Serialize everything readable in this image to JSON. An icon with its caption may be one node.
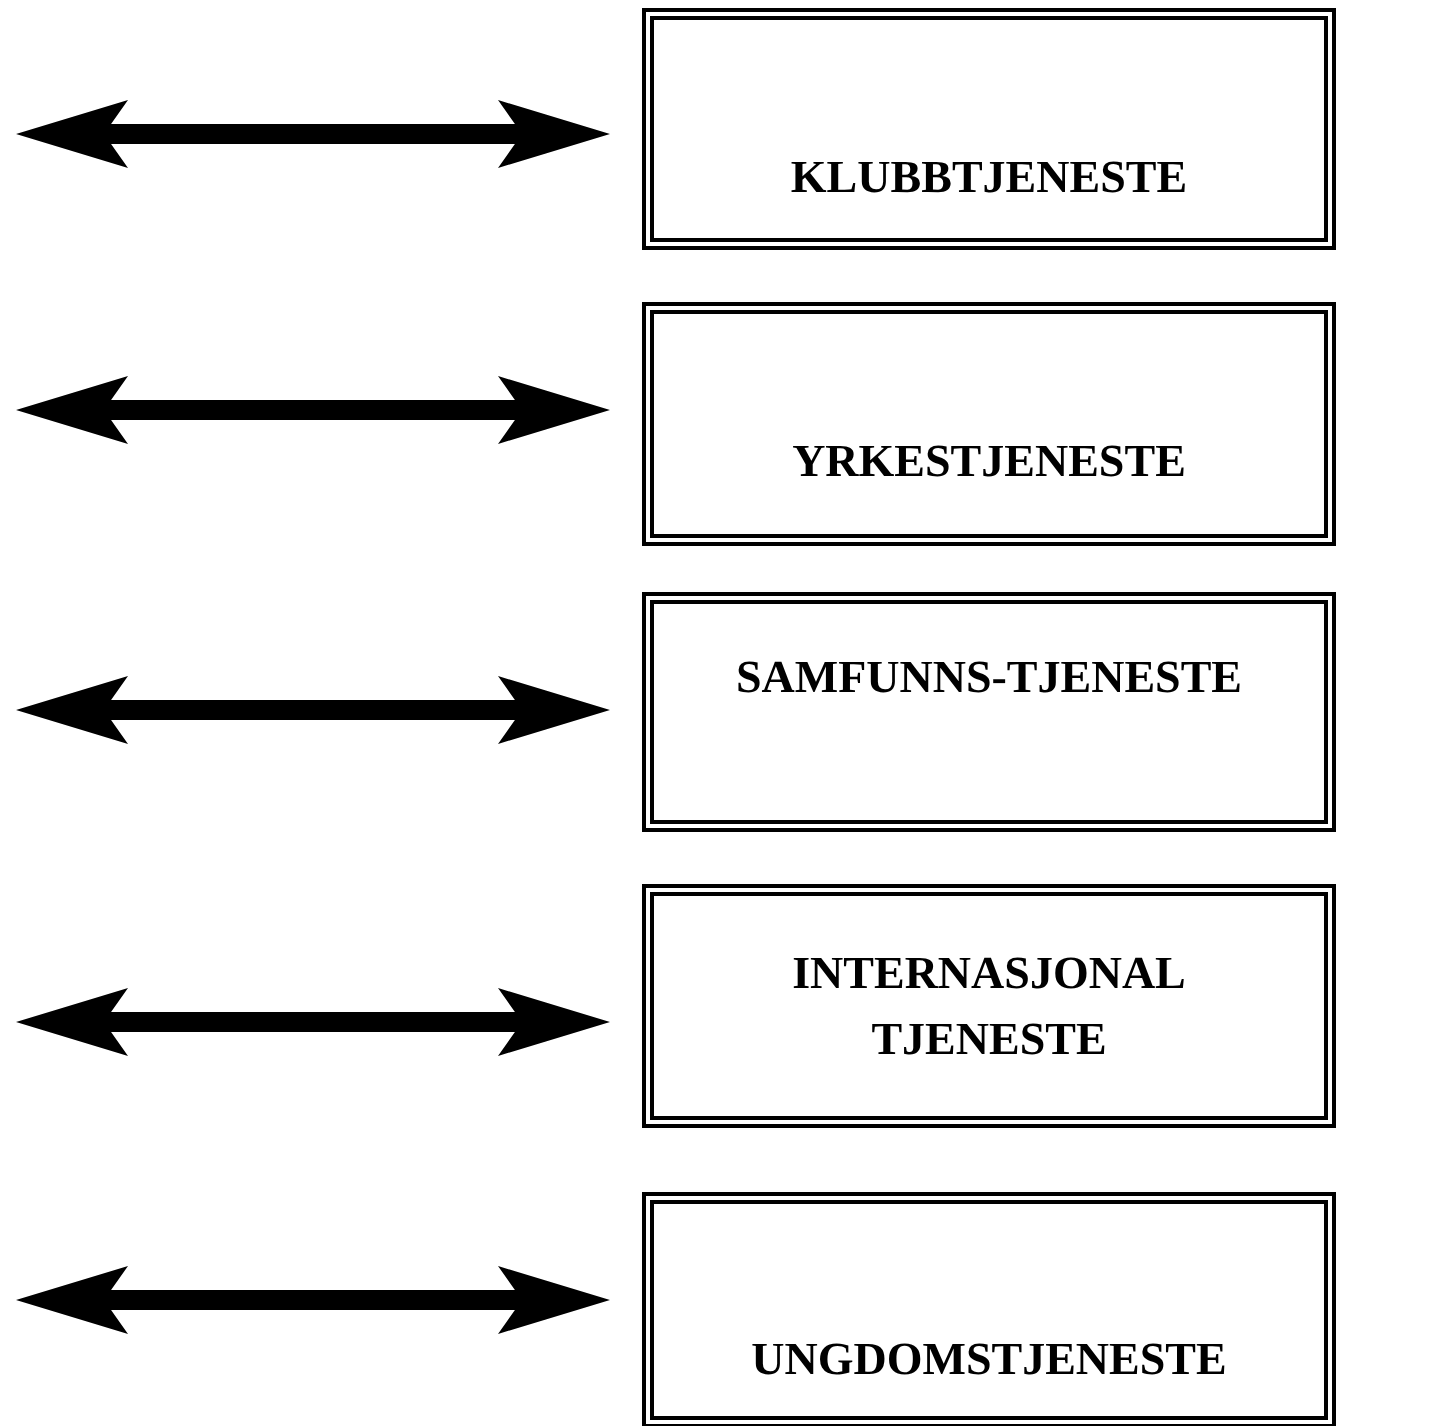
{
  "diagram": {
    "nodes": [
      {
        "text": [
          "KLUBBTJENESTE"
        ]
      },
      {
        "text": [
          "YRKESTJENESTE"
        ]
      },
      {
        "text": [
          "SAMFUNNS-TJENESTE"
        ]
      },
      {
        "text": [
          "INTERNASJONAL TJENESTE"
        ]
      },
      {
        "text": [
          "UNGDOMSTJENESTE"
        ]
      }
    ],
    "edges": [
      {
        "from": null,
        "to": 0,
        "arrow": "both"
      },
      {
        "from": null,
        "to": 1,
        "arrow": "both"
      },
      {
        "from": null,
        "to": 2,
        "arrow": "both"
      },
      {
        "from": null,
        "to": 3,
        "arrow": "both"
      },
      {
        "from": null,
        "to": 4,
        "arrow": "both"
      }
    ]
  }
}
